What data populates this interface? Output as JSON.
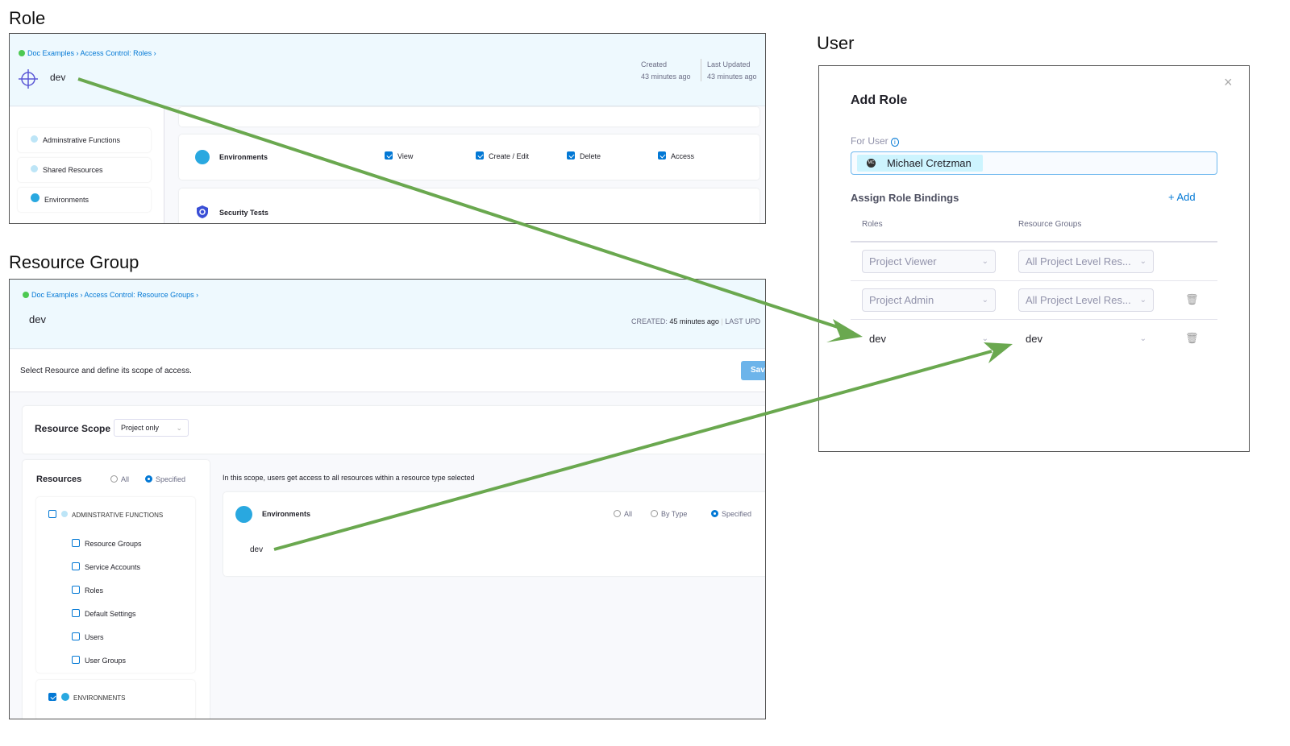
{
  "sections": {
    "role": "Role",
    "resource_group": "Resource Group",
    "user": "User"
  },
  "role_panel": {
    "breadcrumb": [
      "Doc Examples",
      "Access Control: Roles"
    ],
    "name": "dev",
    "created_label": "Created",
    "created_value": "43 minutes ago",
    "updated_label": "Last Updated",
    "updated_value": "43 minutes ago",
    "sidebar": [
      "Adminstrative Functions",
      "Shared Resources",
      "Environments"
    ],
    "environments": {
      "label": "Environments",
      "permissions": [
        {
          "label": "View",
          "checked": true
        },
        {
          "label": "Create / Edit",
          "checked": true
        },
        {
          "label": "Delete",
          "checked": true
        },
        {
          "label": "Access",
          "checked": true
        }
      ]
    },
    "security_tests": "Security Tests"
  },
  "rg_panel": {
    "breadcrumb": [
      "Doc Examples",
      "Access Control: Resource Groups"
    ],
    "name": "dev",
    "created_label": "CREATED:",
    "created_value": "45 minutes ago",
    "updated_label": "LAST UPD",
    "description": "Select Resource and define its scope of access.",
    "save_label": "Sav",
    "scope_label": "Resource Scope",
    "scope_value": "Project only",
    "resources_label": "Resources",
    "radio_all": "All",
    "radio_specified": "Specified",
    "admin_group": "ADMINSTRATIVE FUNCTIONS",
    "admin_items": [
      "Resource Groups",
      "Service Accounts",
      "Roles",
      "Default Settings",
      "Users",
      "User Groups"
    ],
    "env_group": "ENVIRONMENTS",
    "scope_note": "In this scope, users get access to all resources within a resource type selected",
    "env_card": {
      "label": "Environments",
      "opt_all": "All",
      "opt_bytype": "By Type",
      "opt_specified": "Specified",
      "value": "dev"
    }
  },
  "user_dialog": {
    "title": "Add Role",
    "for_user_label": "For User",
    "user_initials": "MC",
    "user_name": "Michael Cretzman",
    "bindings_label": "Assign Role Bindings",
    "add_label": "+ Add",
    "col_roles": "Roles",
    "col_rg": "Resource Groups",
    "rows": [
      {
        "role": "Project Viewer",
        "rg": "All Project Level Res..."
      },
      {
        "role": "Project Admin",
        "rg": "All Project Level Res..."
      },
      {
        "role": "dev",
        "rg": "dev"
      }
    ]
  },
  "colors": {
    "arrow": "#6aa84f",
    "accent": "#0278d5",
    "header_bg": "#eef9fe"
  }
}
